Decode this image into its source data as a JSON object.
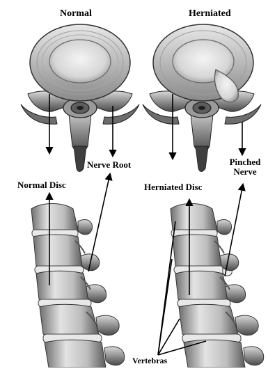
{
  "panels": {
    "left_title": "Normal",
    "right_title": "Herniated"
  },
  "labels": {
    "nerve_root": "Nerve Root",
    "normal_disc": "Normal Disc",
    "herniated_disc": "Herniated Disc",
    "pinched_nerve_line1": "Pinched",
    "pinched_nerve_line2": "Nerve",
    "vertebras": "Vertebras"
  }
}
